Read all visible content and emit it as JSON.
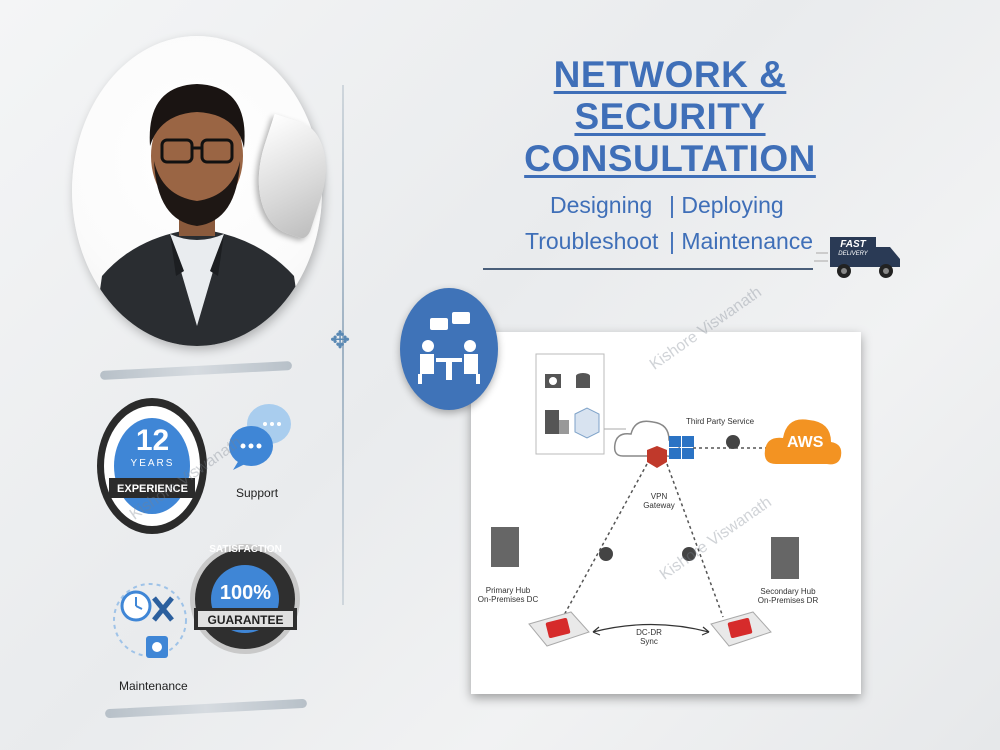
{
  "title": {
    "line1": "NETWORK & SECURITY",
    "line2": "CONSULTATION"
  },
  "services": {
    "row1": [
      "Designing",
      "| Deploying"
    ],
    "row2": [
      "Troubleshoot",
      "| Maintenance"
    ]
  },
  "truck_badge": {
    "line1": "FAST",
    "line2": "DELIVERY"
  },
  "badges": {
    "experience": {
      "number": "12",
      "unit": "YEARS",
      "banner": "EXPERIENCE"
    },
    "support": {
      "label": "Support"
    },
    "satisfaction": {
      "arc": "SATISFACTION",
      "percent": "100%",
      "banner": "GUARANTEE"
    },
    "maintenance": {
      "label": "Maintenance"
    }
  },
  "diagram": {
    "third_party": "Third Party Service",
    "aws": "AWS",
    "vpn_line1": "VPN",
    "vpn_line2": "Gateway",
    "primary_line1": "Primary Hub",
    "primary_line2": "On-Premises DC",
    "secondary_line1": "Secondary Hub",
    "secondary_line2": "On-Premises DR",
    "sync_line1": "DC-DR",
    "sync_line2": "Sync"
  },
  "watermark": "Kishore Viswanath",
  "colors": {
    "accent": "#3f6fb8",
    "aws_orange": "#f39322",
    "fortinet_red": "#d62b2b"
  },
  "icons": [
    "truck-icon",
    "meeting-icon",
    "chat-bubble-icon",
    "stopwatch-icon",
    "gear-icon",
    "building-icon",
    "cloud-icon",
    "firewall-icon",
    "globe-icon"
  ]
}
